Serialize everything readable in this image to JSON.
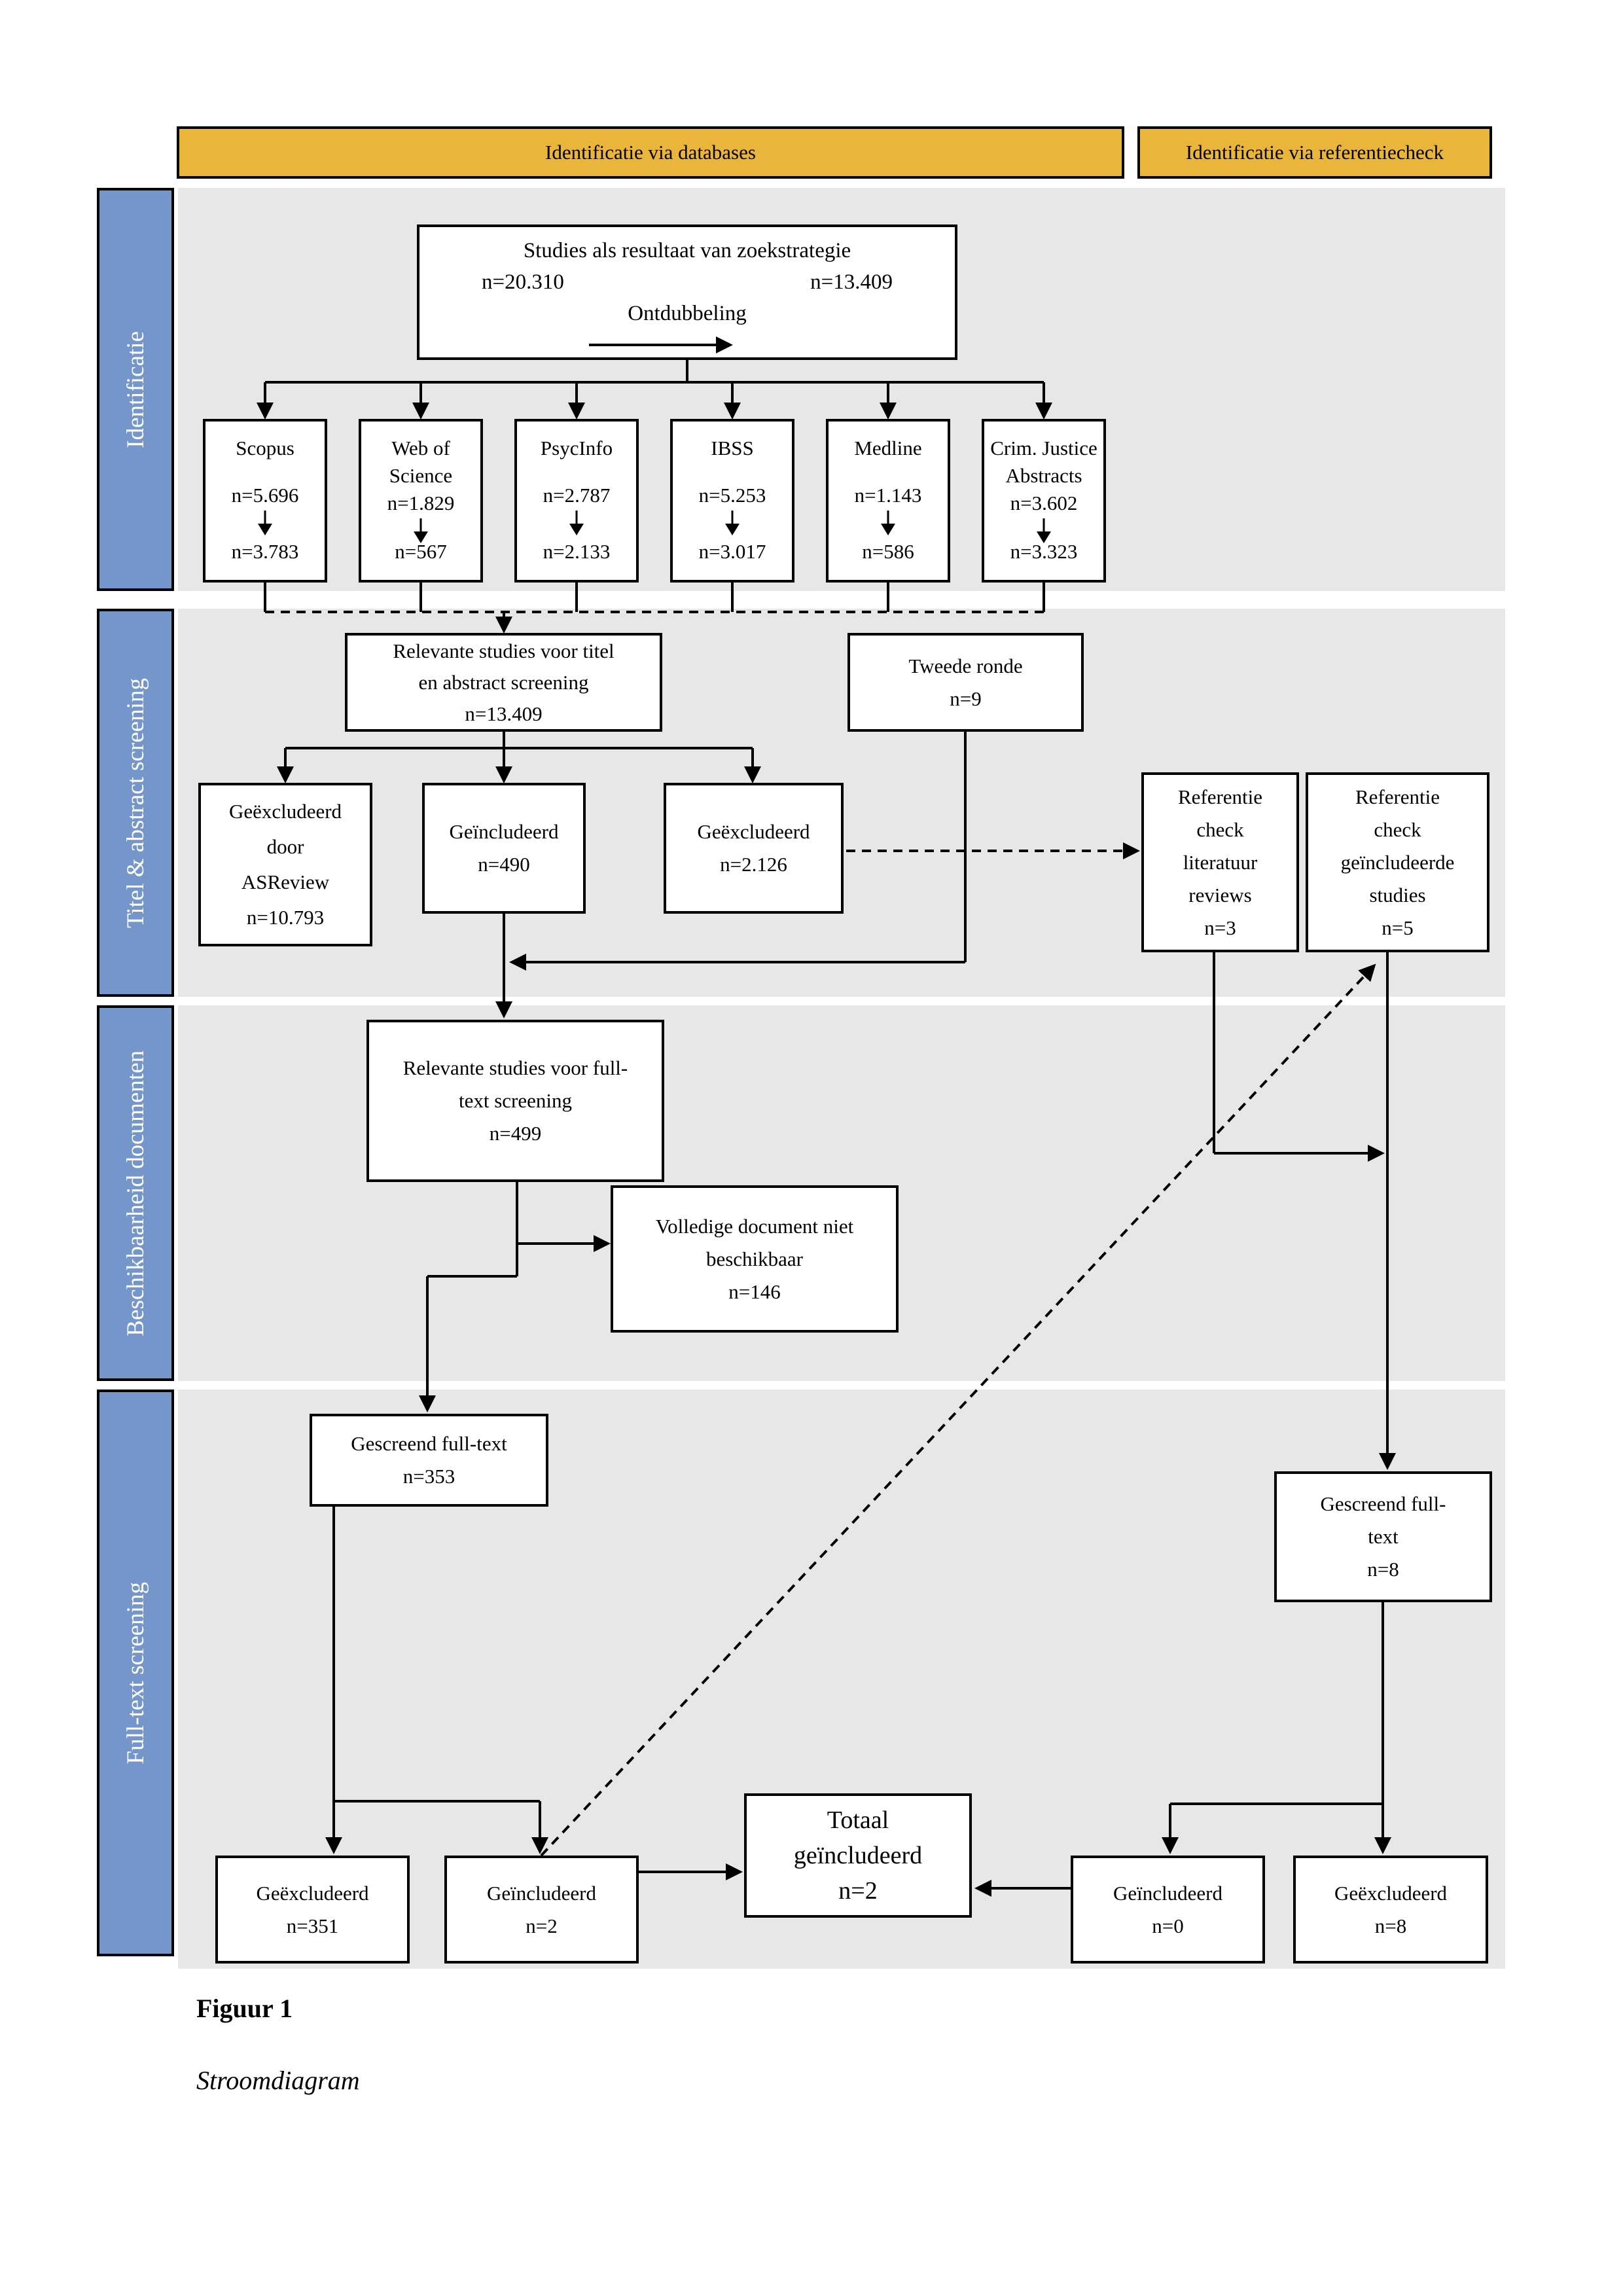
{
  "headers": {
    "left": "Identificatie via databases",
    "right": "Identificatie via referentiecheck"
  },
  "sidebar": [
    "Identificatie",
    "Titel & abstract screening",
    "Beschikbaarheid documenten",
    "Full-text screening"
  ],
  "top_box": {
    "title": "Studies als resultaat van zoekstrategie",
    "n_left": "n=20.310",
    "n_right": "n=13.409",
    "process": "Ontdubbeling"
  },
  "databases": [
    {
      "name": "Scopus",
      "n_before": "n=5.696",
      "n_after": "n=3.783"
    },
    {
      "name": "Web of Science",
      "n_before": "n=1.829",
      "n_after": "n=567"
    },
    {
      "name": "PsycInfo",
      "n_before": "n=2.787",
      "n_after": "n=2.133"
    },
    {
      "name": "IBSS",
      "n_before": "n=5.253",
      "n_after": "n=3.017"
    },
    {
      "name": "Medline",
      "n_before": "n=1.143",
      "n_after": "n=586"
    },
    {
      "name": "Crim. Justice Abstracts",
      "n_before": "n=3.602",
      "n_after": "n=3.323"
    }
  ],
  "boxes": {
    "relevante_ta": {
      "lines": [
        "Relevante studies voor titel",
        "en abstract screening",
        "n=13.409"
      ]
    },
    "tweede_ronde": {
      "lines": [
        "Tweede ronde",
        "n=9"
      ]
    },
    "asreview": {
      "lines": [
        "Geëxcludeerd",
        "door",
        "ASReview",
        "n=10.793"
      ]
    },
    "geincludeerd_490": {
      "lines": [
        "Geïncludeerd",
        "n=490"
      ]
    },
    "geexcludeerd_2126": {
      "lines": [
        "Geëxcludeerd",
        "n=2.126"
      ]
    },
    "ref_lit": {
      "lines": [
        "Referentie",
        "check",
        "literatuur",
        "reviews",
        "n=3"
      ]
    },
    "ref_geinc": {
      "lines": [
        "Referentie",
        "check",
        "geïncludeerde",
        "studies",
        "n=5"
      ]
    },
    "relevante_ft": {
      "lines": [
        "Relevante studies voor full-",
        "text screening",
        "n=499"
      ]
    },
    "volledige": {
      "lines": [
        "Volledige document niet",
        "beschikbaar",
        "n=146"
      ]
    },
    "gescreend_353": {
      "lines": [
        "Gescreend full-text",
        "n=353"
      ]
    },
    "gescreend_8": {
      "lines": [
        "Gescreend full-",
        "text",
        "n=8"
      ]
    },
    "geexcl_351": {
      "lines": [
        "Geëxcludeerd",
        "n=351"
      ]
    },
    "geincl_2": {
      "lines": [
        "Geïncludeerd",
        "n=2"
      ]
    },
    "totaal": {
      "lines": [
        "Totaal",
        "geïncludeerd",
        "n=2"
      ]
    },
    "geincl_0": {
      "lines": [
        "Geïncludeerd",
        "n=0"
      ]
    },
    "geexcl_8": {
      "lines": [
        "Geëxcludeerd",
        "n=8"
      ]
    }
  },
  "caption": {
    "figure": "Figuur 1",
    "title": "Stroomdiagram"
  },
  "colors": {
    "gold": "#EAB53B",
    "blue": "#7596CB",
    "section_bg": "#E7E7E7",
    "border": "#000000"
  }
}
